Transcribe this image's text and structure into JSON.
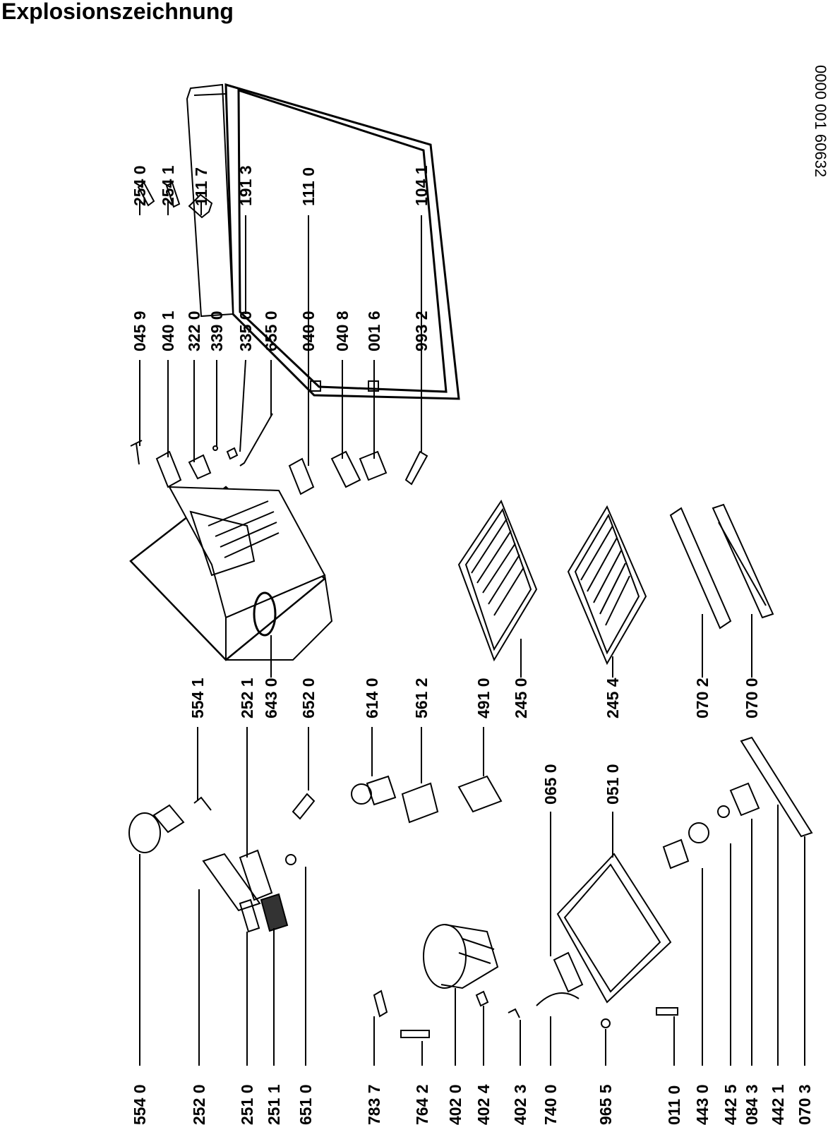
{
  "title": "Explosionszeichnung",
  "document_number": "0000 001 60632",
  "parts": [
    {
      "code": "254 0"
    },
    {
      "code": "254 1"
    },
    {
      "code": "111 7"
    },
    {
      "code": "191 3"
    },
    {
      "code": "111 0"
    },
    {
      "code": "104 1"
    },
    {
      "code": "045 9"
    },
    {
      "code": "040 1"
    },
    {
      "code": "322 0"
    },
    {
      "code": "339 0"
    },
    {
      "code": "335 0"
    },
    {
      "code": "655 0"
    },
    {
      "code": "040 0"
    },
    {
      "code": "040 8"
    },
    {
      "code": "001 6"
    },
    {
      "code": "993 2"
    },
    {
      "code": "554 1"
    },
    {
      "code": "252 1"
    },
    {
      "code": "643 0"
    },
    {
      "code": "652 0"
    },
    {
      "code": "614 0"
    },
    {
      "code": "561 2"
    },
    {
      "code": "491 0"
    },
    {
      "code": "245 0"
    },
    {
      "code": "245 4"
    },
    {
      "code": "070 2"
    },
    {
      "code": "070 0"
    },
    {
      "code": "065 0"
    },
    {
      "code": "051 0"
    },
    {
      "code": "554 0"
    },
    {
      "code": "252 0"
    },
    {
      "code": "251 0"
    },
    {
      "code": "251 1"
    },
    {
      "code": "651 0"
    },
    {
      "code": "783 7"
    },
    {
      "code": "764 2"
    },
    {
      "code": "402 0"
    },
    {
      "code": "402 4"
    },
    {
      "code": "402 3"
    },
    {
      "code": "740 0"
    },
    {
      "code": "965 5"
    },
    {
      "code": "011 0"
    },
    {
      "code": "443 0"
    },
    {
      "code": "442 5"
    },
    {
      "code": "084 3"
    },
    {
      "code": "442 1"
    },
    {
      "code": "070 3"
    }
  ]
}
